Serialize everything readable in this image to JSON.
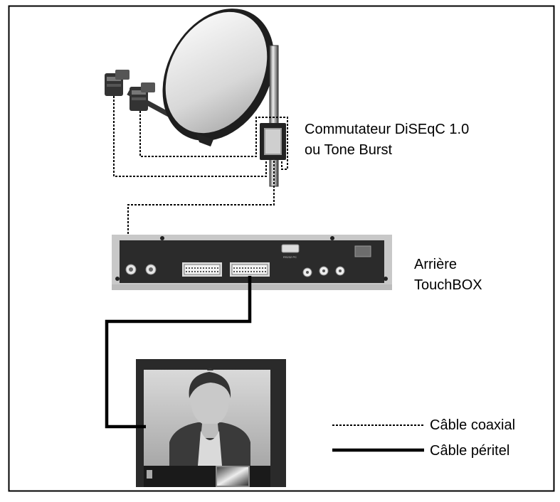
{
  "labels": {
    "switch_line1": "Commutateur DiSEqC 1.0",
    "switch_line2": "ou Tone Burst",
    "receiver_line1": "Arrière",
    "receiver_line2": "TouchBOX",
    "port_label": "RS232 PC"
  },
  "legend": {
    "coax": "Câble coaxial",
    "scart": "Câble péritel"
  },
  "colors": {
    "frame": "#000000",
    "device": "#2b2b2b",
    "panel": "#c8c8c8",
    "background": "#ffffff"
  }
}
